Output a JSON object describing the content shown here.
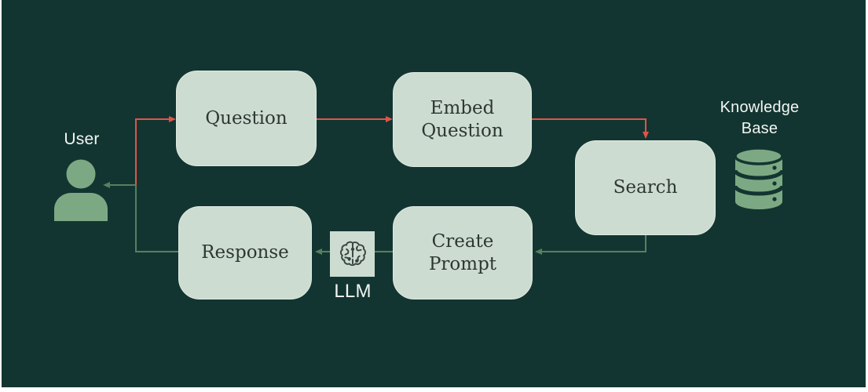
{
  "diagram": {
    "type": "flowchart",
    "description": "Retrieval-augmented generation flow",
    "colors": {
      "background": "#133531",
      "node_fill": "#ccdcd1",
      "node_text": "#2e3734",
      "label_text": "#f2f6f2",
      "request_arrow": "#e0544a",
      "response_arrow": "#55805f",
      "figure_green": "#7ca983"
    },
    "nodes": [
      {
        "id": "question",
        "label": "Question"
      },
      {
        "id": "embed-question",
        "label": "Embed Question"
      },
      {
        "id": "search",
        "label": "Search"
      },
      {
        "id": "response",
        "label": "Response"
      },
      {
        "id": "create-prompt",
        "label": "Create Prompt"
      }
    ],
    "actors": {
      "user": {
        "label": "User",
        "icon": "person-icon"
      },
      "llm": {
        "label": "LLM",
        "icon": "brain-circuit-icon"
      },
      "knowledge_base": {
        "label": "Knowledge Base",
        "icon": "database-icon"
      }
    },
    "edges": [
      {
        "from": "user",
        "to": "question",
        "color": "request"
      },
      {
        "from": "question",
        "to": "embed-question",
        "color": "request"
      },
      {
        "from": "embed-question",
        "to": "search",
        "color": "request"
      },
      {
        "from": "search",
        "to": "create-prompt",
        "color": "response"
      },
      {
        "from": "create-prompt",
        "to": "response",
        "color": "response",
        "via": "llm"
      },
      {
        "from": "response",
        "to": "user",
        "color": "response"
      }
    ]
  }
}
